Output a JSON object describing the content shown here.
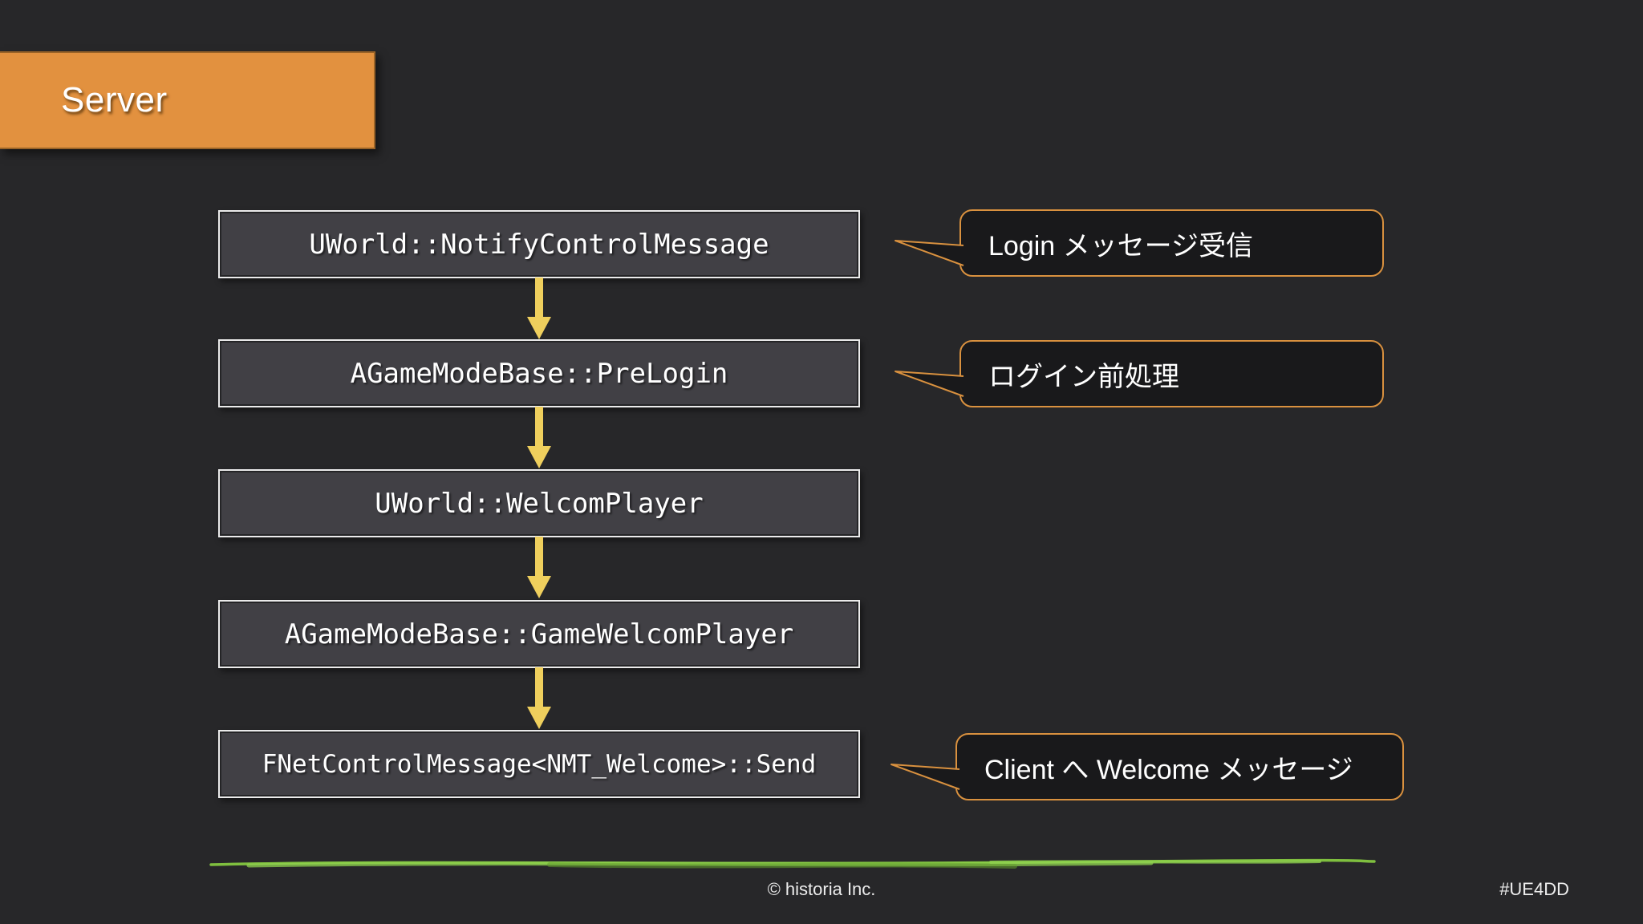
{
  "slide_title": {
    "label": "Server"
  },
  "flow": {
    "steps": [
      {
        "label": "UWorld::NotifyControlMessage"
      },
      {
        "label": "AGameModeBase::PreLogin"
      },
      {
        "label": "UWorld::WelcomPlayer"
      },
      {
        "label": "AGameModeBase::GameWelcomPlayer"
      },
      {
        "label": "FNetControlMessage<NMT_Welcome>::Send"
      }
    ]
  },
  "callouts": [
    {
      "text": "Login メッセージ受信"
    },
    {
      "text": "ログイン前処理"
    },
    {
      "text": "Client へ Welcome メッセージ"
    }
  ],
  "footer": {
    "copyright": "© historia Inc.",
    "hashtag": "#UE4DD"
  },
  "icons": {
    "arrow_down": "down-arrow",
    "callout_tail": "speech-bubble-tail",
    "marker_underline": "hand-drawn-green-line"
  },
  "colors": {
    "background": "#272729",
    "header_orange": "#E2913F",
    "callout_border_orange": "#D9913F",
    "arrow_yellow": "#EFCF5D",
    "marker_green": "#82C544",
    "box_fill": "#414045",
    "box_border": "#EBEBEB",
    "callout_fill": "#19191B",
    "text_white": "#FFFFFF"
  }
}
